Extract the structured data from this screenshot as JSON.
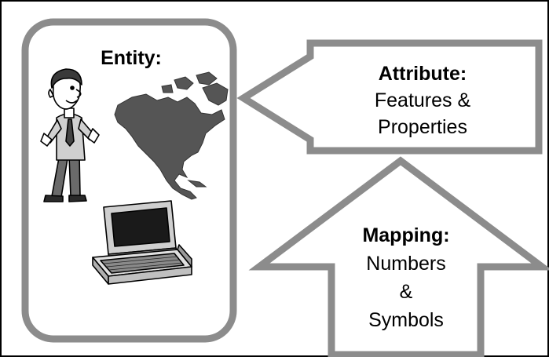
{
  "entity": {
    "title": "Entity:"
  },
  "attribute": {
    "title": "Attribute:",
    "line1": "Features &",
    "line2": "Properties"
  },
  "mapping": {
    "title": "Mapping:",
    "line1": "Numbers",
    "line2": "&",
    "line3": "Symbols"
  },
  "colors": {
    "shape_stroke": "#8c8c8c",
    "map_fill": "#555555",
    "frame_border": "#000000"
  },
  "icons": [
    "person-clipart-icon",
    "north-america-map-icon",
    "laptop-computer-icon"
  ]
}
